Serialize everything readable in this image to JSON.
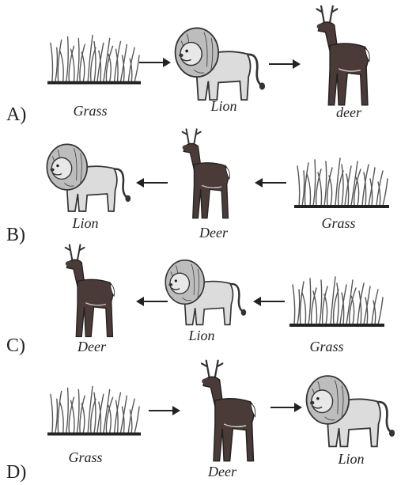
{
  "options": [
    {
      "label": "A)",
      "captions": [
        "Grass",
        "Lion",
        "deer"
      ]
    },
    {
      "label": "B)",
      "captions": [
        "Lion",
        "Deer",
        "Grass"
      ]
    },
    {
      "label": "C)",
      "captions": [
        "Deer",
        "Lion",
        "Grass"
      ]
    },
    {
      "label": "D)",
      "captions": [
        "Grass",
        "Deer",
        "Lion"
      ]
    }
  ],
  "colors": {
    "ink": "#222222",
    "deer": "#4a3b38",
    "lion": "#dcdcdc",
    "grass": "#6a6a6a"
  }
}
